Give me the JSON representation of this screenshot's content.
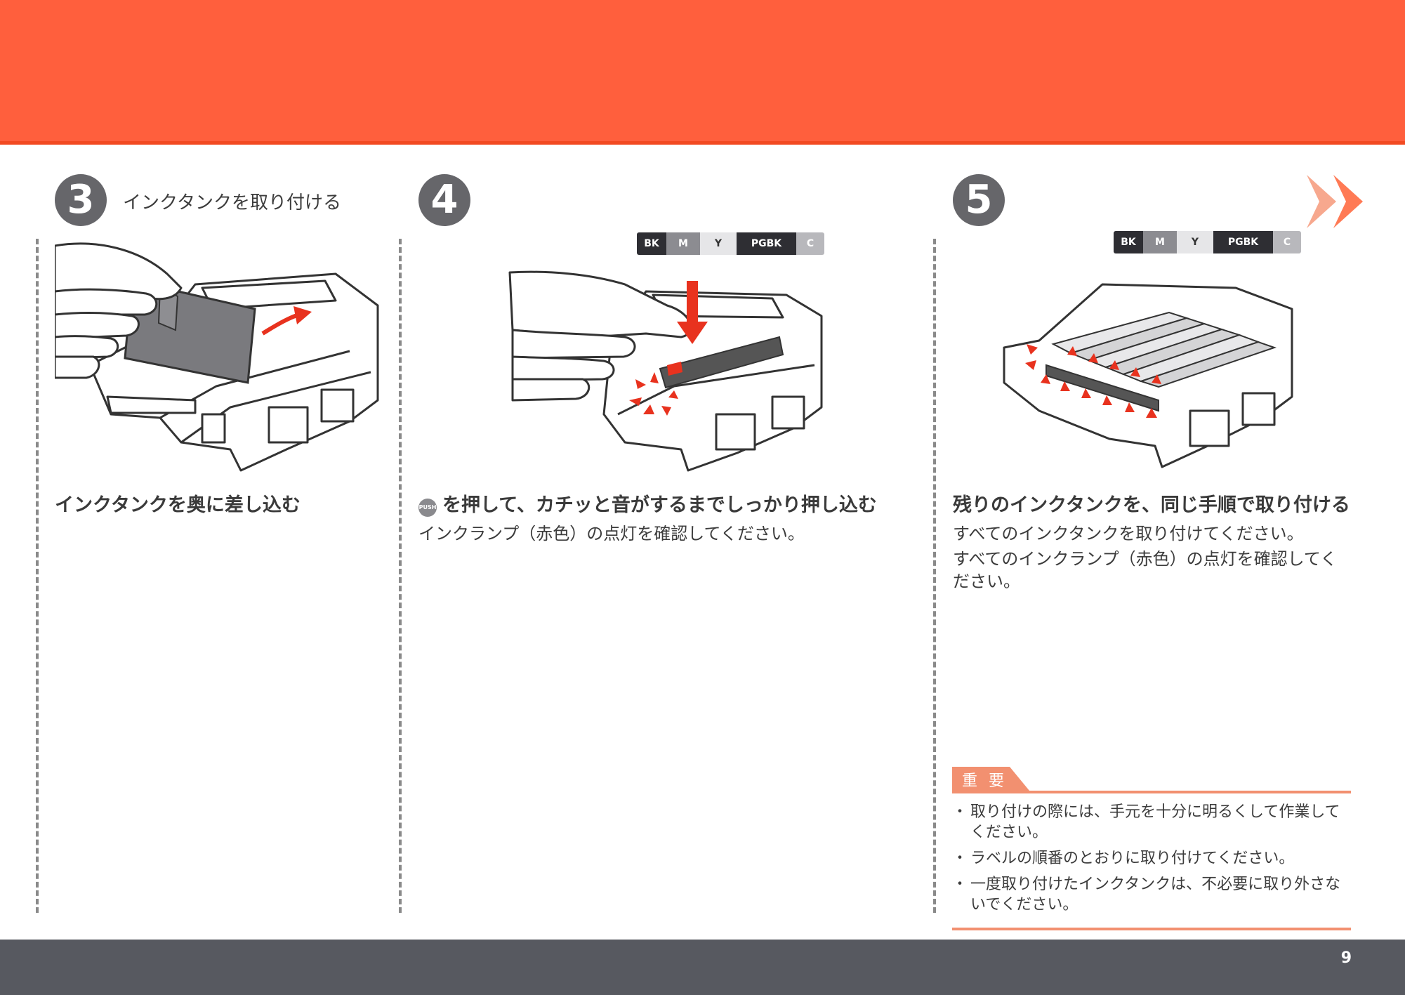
{
  "page_number": "9",
  "ink_order": [
    "BK",
    "M",
    "Y",
    "PGBK",
    "C"
  ],
  "step3": {
    "number": "3",
    "title": "インクタンクを取り付ける",
    "heading": "インクタンクを奥に差し込む"
  },
  "step4": {
    "number": "4",
    "push_icon": "PUSH",
    "heading": "を押して、カチッと音がするまでしっかり押し込む",
    "body": "インクランプ（赤色）の点灯を確認してください。"
  },
  "step5": {
    "number": "5",
    "heading": "残りのインクタンクを、同じ手順で取り付ける",
    "body_line1": "すべてのインクタンクを取り付けてください。",
    "body_line2": "すべてのインクランプ（赤色）の点灯を確認してください。"
  },
  "important": {
    "label": "重要",
    "items": [
      "取り付けの際には、手元を十分に明るくして作業してください。",
      "ラベルの順番のとおりに取り付けてください。",
      "一度取り付けたインクタンクは、不必要に取り外さないでください。"
    ]
  },
  "colors": {
    "accent": "#ff5f3d",
    "footer": "#575960",
    "step_circle": "#66666a",
    "lamp": "#e8321e"
  }
}
